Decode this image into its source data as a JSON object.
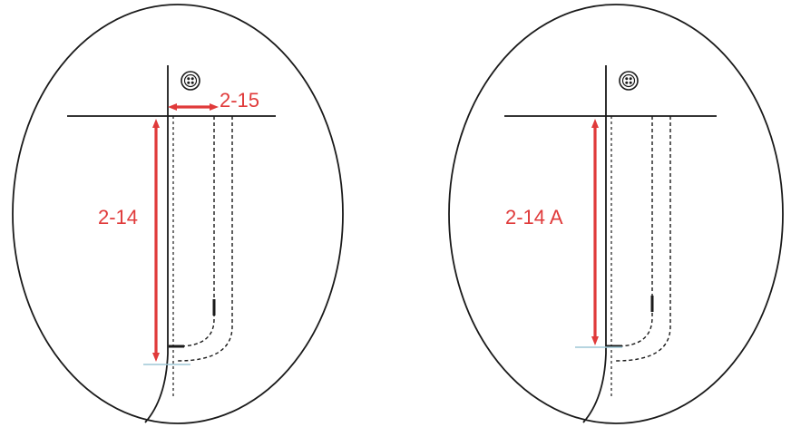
{
  "labels": {
    "left_vertical": "2-14",
    "left_horizontal": "2-15",
    "right_vertical": "2-14 A"
  },
  "colors": {
    "dimension": "#e03a3a",
    "outline": "#1a1a1a",
    "baseline": "#9ec7d6"
  },
  "icons": {
    "button": "four-hole-button-icon"
  }
}
